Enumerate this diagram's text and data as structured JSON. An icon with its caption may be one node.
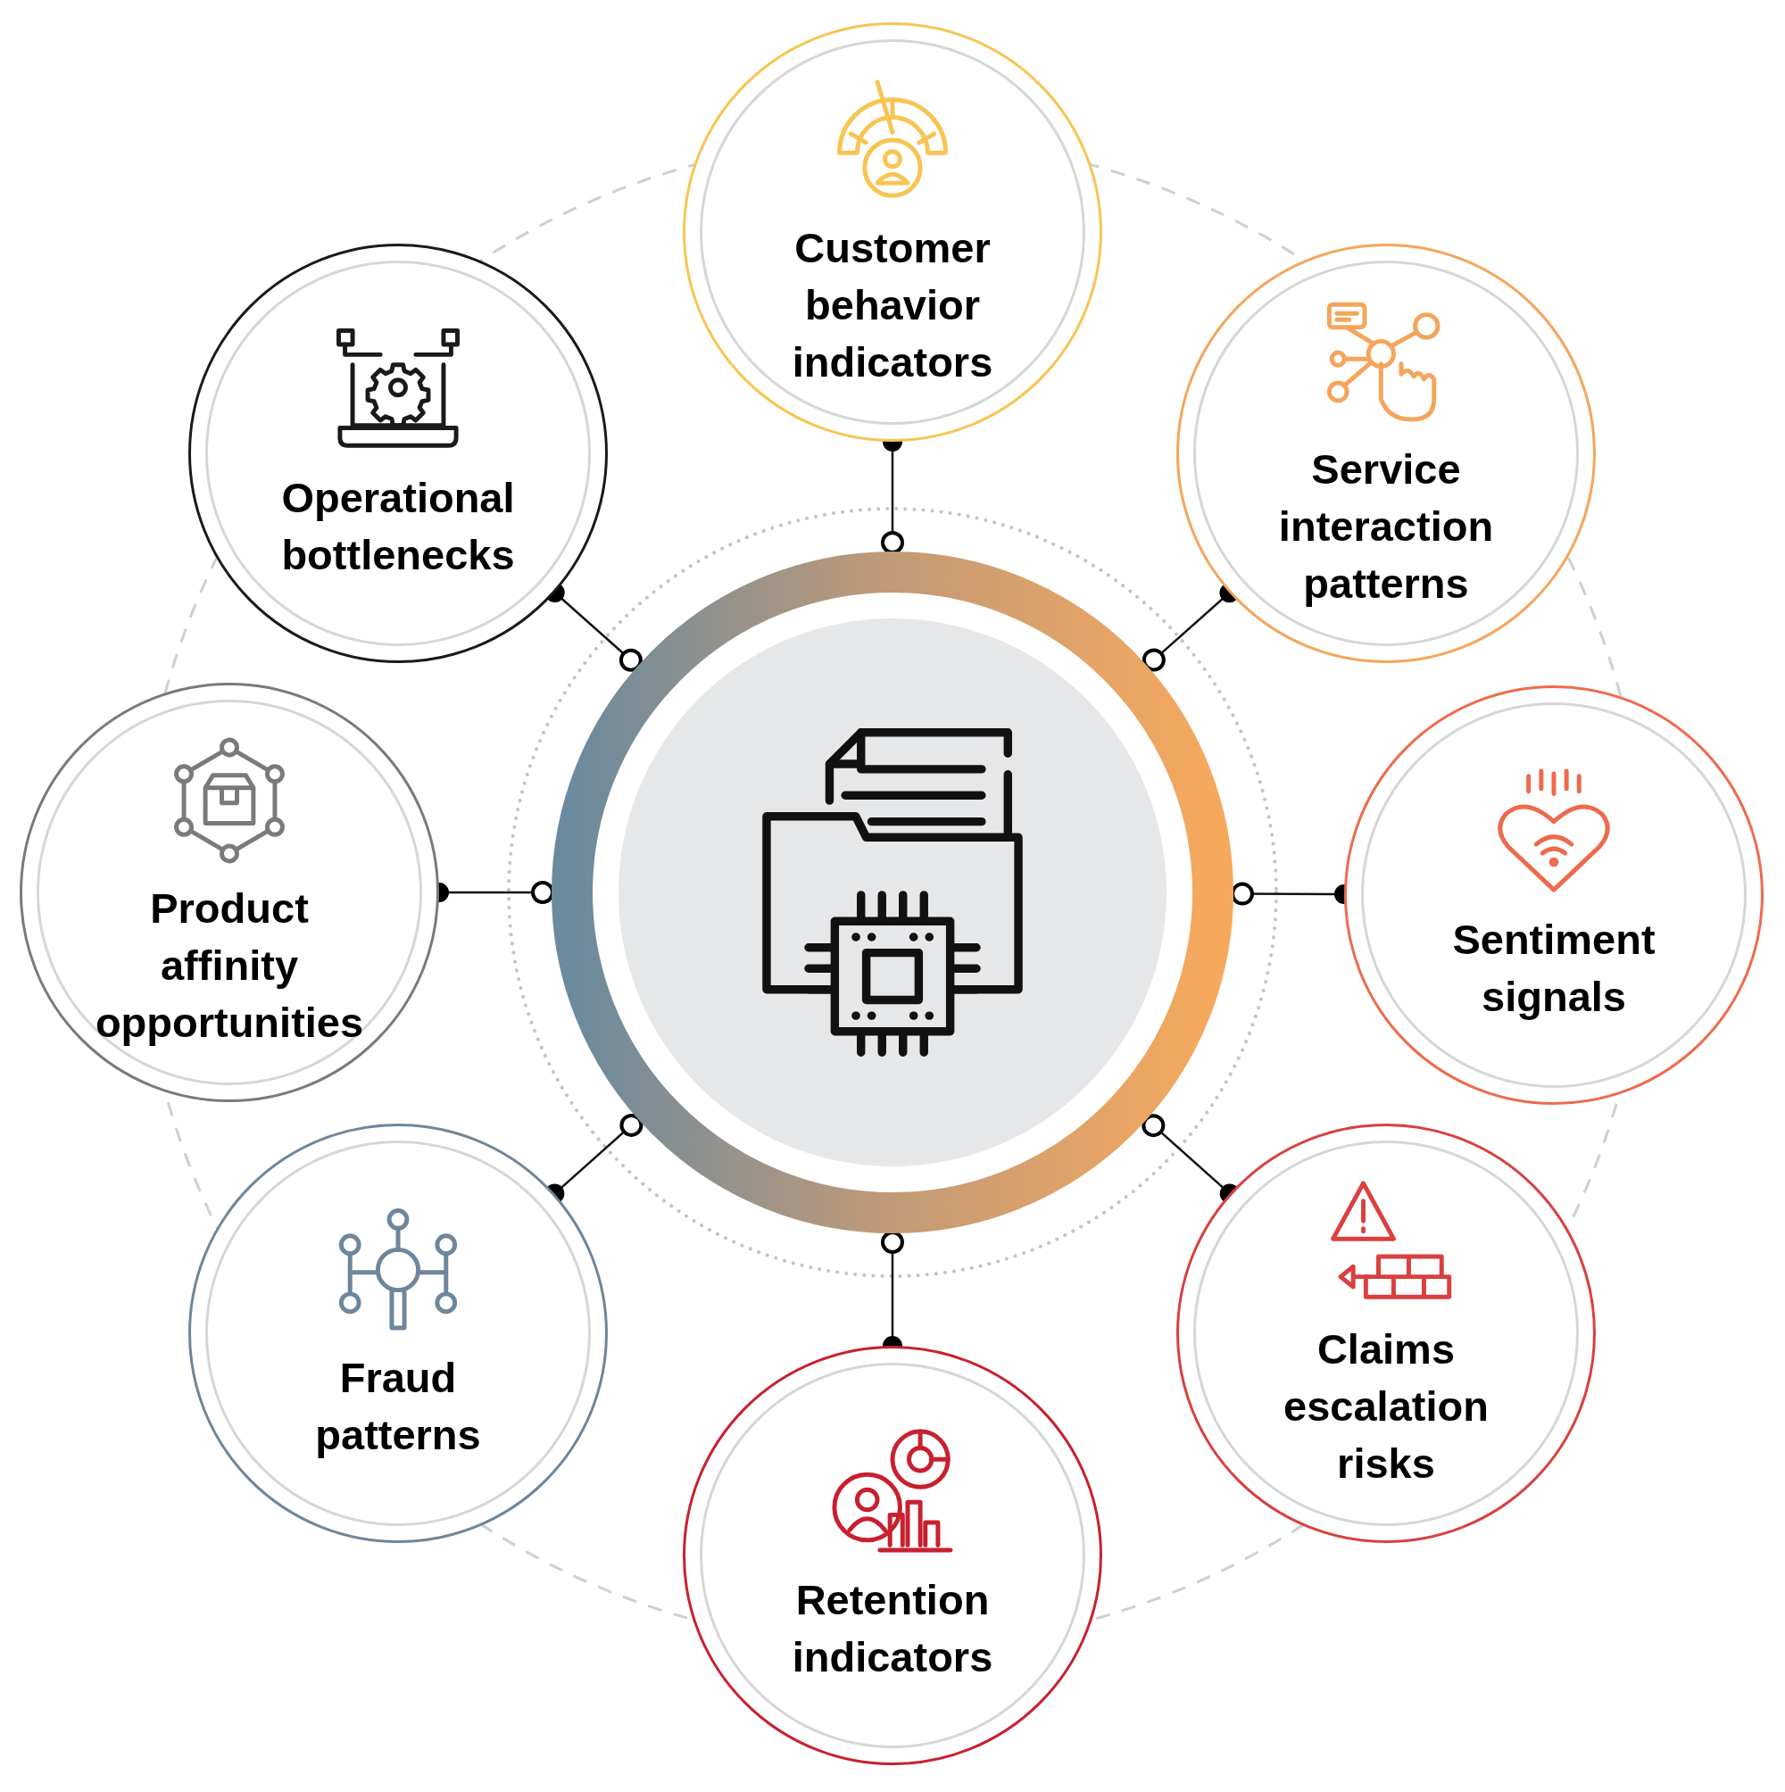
{
  "diagram": {
    "nodes": [
      {
        "text": [],
        "shape": "circle"
      },
      {
        "text": [
          "Customer behavior indicators"
        ]
      },
      {
        "text": [
          "Service interaction patterns"
        ]
      },
      {
        "text": [
          "Sentiment signals"
        ]
      },
      {
        "text": [
          "Claims escalation risks"
        ]
      },
      {
        "text": [
          "Retention indicators"
        ]
      },
      {
        "text": [
          "Fraud patterns"
        ]
      },
      {
        "text": [
          "Product affinity opportunities"
        ]
      },
      {
        "text": [
          "Operational bottlenecks"
        ]
      }
    ],
    "edges": [
      {
        "from": 0,
        "to": 1,
        "arrow": "other"
      },
      {
        "from": 0,
        "to": 2,
        "arrow": "other"
      },
      {
        "from": 0,
        "to": 3,
        "arrow": "other"
      },
      {
        "from": 0,
        "to": 4,
        "arrow": "other"
      },
      {
        "from": 0,
        "to": 5,
        "arrow": "other"
      },
      {
        "from": 0,
        "to": 6,
        "arrow": "other"
      },
      {
        "from": 0,
        "to": 7,
        "arrow": "other"
      },
      {
        "from": 0,
        "to": 8,
        "arrow": "other"
      }
    ]
  }
}
